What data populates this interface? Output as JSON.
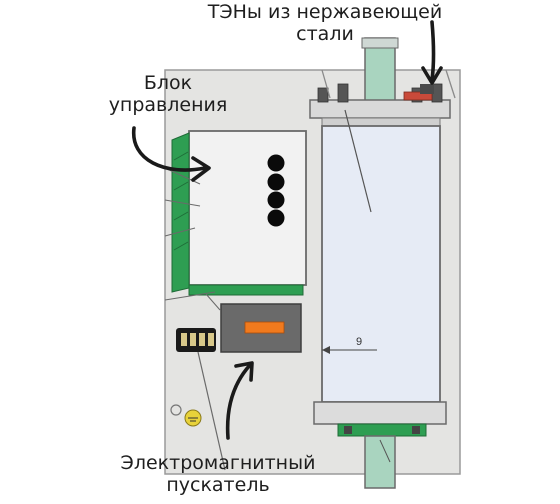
{
  "labels": {
    "heaters": {
      "line1": "ТЭНы из нержавеющей",
      "line2": "стали"
    },
    "control_unit": {
      "line1": "Блок",
      "line2": "управления"
    },
    "starter": {
      "line1": "Электромагнитный",
      "line2": "пускатель"
    }
  },
  "dimension_label": "9",
  "colors": {
    "panel": "#e4e4e2",
    "tank": "#e6ebf5",
    "green_accent": "#2e9e52",
    "dark_box": "#6a6a6a",
    "orange_indicator": "#f07a1e",
    "arrow": "#1a1a1a",
    "pipe": "#a9d4bf"
  }
}
